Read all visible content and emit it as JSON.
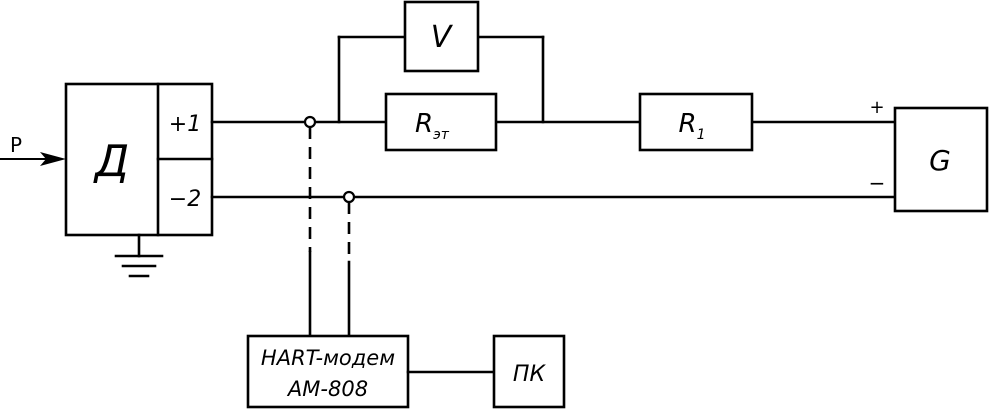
{
  "inputs": {
    "pressure": "P"
  },
  "blocks": {
    "sensor": "Д",
    "terminal_plus": "+1",
    "terminal_minus": "−2",
    "voltmeter": "V",
    "resistor_ref": {
      "base": "R",
      "sub": "эт"
    },
    "resistor_load": {
      "base": "R",
      "sub": "1"
    },
    "source": "G",
    "modem_line1": "HART-модем",
    "modem_line2": "AM-808",
    "pc": "ПК"
  },
  "polarity": {
    "plus": "+",
    "minus": "−"
  }
}
